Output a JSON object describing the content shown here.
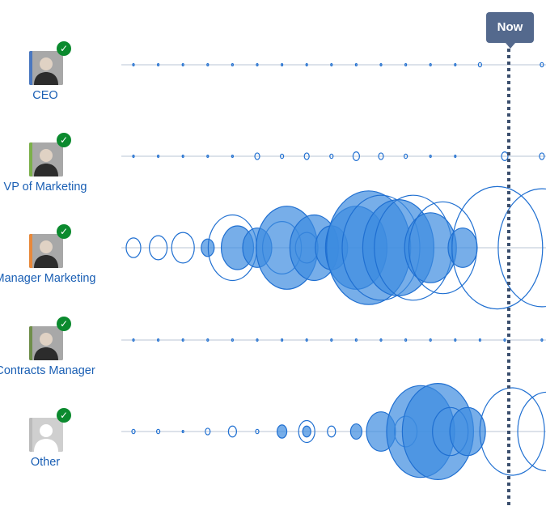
{
  "marker": {
    "label": "Now",
    "x_index": 16
  },
  "colors": {
    "bubble_fill": "#3d8be0",
    "bubble_stroke": "#1f6fd1",
    "axis": "#b9c6d6",
    "marker": "#3b4f6e",
    "label": "#1a5fb4"
  },
  "people": [
    {
      "role": "CEO",
      "stripe": "#4a78c0",
      "status": "check-icon"
    },
    {
      "role": "VP of Marketing",
      "stripe": "#7bb04a",
      "status": "check-icon"
    },
    {
      "role": "Manager Marketing",
      "stripe": "#e8883a",
      "status": "check-icon"
    },
    {
      "role": "Contracts Manager",
      "stripe": "#6f8e4a",
      "status": "check-icon"
    },
    {
      "role": "Other",
      "stripe": "#bbbbbb",
      "status": "check-icon",
      "placeholder": true
    }
  ],
  "chart_data": {
    "type": "bubble-timeline",
    "x": [
      0,
      1,
      2,
      3,
      4,
      5,
      6,
      7,
      8,
      9,
      10,
      11,
      12,
      13,
      14,
      15,
      16,
      17
    ],
    "series": [
      {
        "name": "CEO",
        "points": [
          {
            "x": 0,
            "size": 1,
            "filled": false
          },
          {
            "x": 1,
            "size": 1,
            "filled": false
          },
          {
            "x": 2,
            "size": 1,
            "filled": false
          },
          {
            "x": 3,
            "size": 1,
            "filled": false
          },
          {
            "x": 4,
            "size": 1,
            "filled": false
          },
          {
            "x": 5,
            "size": 1,
            "filled": false
          },
          {
            "x": 6,
            "size": 1,
            "filled": false
          },
          {
            "x": 7,
            "size": 1,
            "filled": false
          },
          {
            "x": 8,
            "size": 1,
            "filled": false
          },
          {
            "x": 9,
            "size": 1,
            "filled": false
          },
          {
            "x": 10,
            "size": 1,
            "filled": false
          },
          {
            "x": 11,
            "size": 1,
            "filled": false
          },
          {
            "x": 12,
            "size": 1,
            "filled": false
          },
          {
            "x": 13,
            "size": 1,
            "filled": false
          },
          {
            "x": 14,
            "size": 2,
            "filled": false
          },
          {
            "x": 16.5,
            "size": 2,
            "filled": false
          }
        ]
      },
      {
        "name": "VP of Marketing",
        "points": [
          {
            "x": 0,
            "size": 1,
            "filled": false
          },
          {
            "x": 1,
            "size": 1,
            "filled": false
          },
          {
            "x": 2,
            "size": 1,
            "filled": false
          },
          {
            "x": 3,
            "size": 1,
            "filled": false
          },
          {
            "x": 4,
            "size": 1,
            "filled": false
          },
          {
            "x": 5,
            "size": 3,
            "filled": false
          },
          {
            "x": 6,
            "size": 2,
            "filled": false
          },
          {
            "x": 7,
            "size": 3,
            "filled": false
          },
          {
            "x": 8,
            "size": 2,
            "filled": false
          },
          {
            "x": 9,
            "size": 4,
            "filled": false
          },
          {
            "x": 10,
            "size": 3,
            "filled": false
          },
          {
            "x": 11,
            "size": 2,
            "filled": false
          },
          {
            "x": 12,
            "size": 1,
            "filled": false
          },
          {
            "x": 13,
            "size": 1,
            "filled": false
          },
          {
            "x": 15,
            "size": 4,
            "filled": false
          },
          {
            "x": 16.5,
            "size": 3,
            "filled": false
          }
        ]
      },
      {
        "name": "Manager Marketing",
        "points": [
          {
            "x": 0,
            "size": 9,
            "filled": false
          },
          {
            "x": 1,
            "size": 11,
            "filled": false
          },
          {
            "x": 2,
            "size": 14,
            "filled": false
          },
          {
            "x": 3,
            "size": 8,
            "filled": true
          },
          {
            "x": 4,
            "size": 30,
            "filled": false
          },
          {
            "x": 4.2,
            "size": 20,
            "filled": true
          },
          {
            "x": 5,
            "size": 18,
            "filled": true
          },
          {
            "x": 6,
            "size": 24,
            "filled": false
          },
          {
            "x": 6.2,
            "size": 38,
            "filled": true
          },
          {
            "x": 7,
            "size": 14,
            "filled": false
          },
          {
            "x": 7.3,
            "size": 30,
            "filled": true
          },
          {
            "x": 8,
            "size": 20,
            "filled": true
          },
          {
            "x": 9,
            "size": 38,
            "filled": true
          },
          {
            "x": 9.5,
            "size": 52,
            "filled": true
          },
          {
            "x": 10,
            "size": 48,
            "filled": false
          },
          {
            "x": 10.7,
            "size": 44,
            "filled": true
          },
          {
            "x": 11.3,
            "size": 48,
            "filled": false
          },
          {
            "x": 12,
            "size": 32,
            "filled": true
          },
          {
            "x": 12.5,
            "size": 42,
            "filled": false
          },
          {
            "x": 13.3,
            "size": 18,
            "filled": true
          },
          {
            "x": 14.7,
            "size": 56,
            "filled": false
          },
          {
            "x": 16.5,
            "size": 54,
            "filled": false
          }
        ]
      },
      {
        "name": "Contracts Manager",
        "points": [
          {
            "x": 0,
            "size": 1,
            "filled": false
          },
          {
            "x": 1,
            "size": 1,
            "filled": false
          },
          {
            "x": 2,
            "size": 1,
            "filled": false
          },
          {
            "x": 3,
            "size": 1,
            "filled": false
          },
          {
            "x": 4,
            "size": 1,
            "filled": false
          },
          {
            "x": 5,
            "size": 1,
            "filled": false
          },
          {
            "x": 6,
            "size": 1,
            "filled": false
          },
          {
            "x": 7,
            "size": 1,
            "filled": false
          },
          {
            "x": 8,
            "size": 1,
            "filled": false
          },
          {
            "x": 9,
            "size": 1,
            "filled": false
          },
          {
            "x": 10,
            "size": 1,
            "filled": false
          },
          {
            "x": 11,
            "size": 1,
            "filled": false
          },
          {
            "x": 12,
            "size": 1,
            "filled": false
          },
          {
            "x": 13,
            "size": 1,
            "filled": false
          },
          {
            "x": 14,
            "size": 1,
            "filled": false
          },
          {
            "x": 15,
            "size": 1,
            "filled": false
          },
          {
            "x": 16.5,
            "size": 1,
            "filled": false
          }
        ]
      },
      {
        "name": "Other",
        "points": [
          {
            "x": 0,
            "size": 2,
            "filled": false
          },
          {
            "x": 1,
            "size": 2,
            "filled": false
          },
          {
            "x": 2,
            "size": 1,
            "filled": false
          },
          {
            "x": 3,
            "size": 3,
            "filled": false
          },
          {
            "x": 4,
            "size": 5,
            "filled": false
          },
          {
            "x": 5,
            "size": 2,
            "filled": false
          },
          {
            "x": 6,
            "size": 6,
            "filled": true
          },
          {
            "x": 7,
            "size": 10,
            "filled": false
          },
          {
            "x": 7,
            "size": 5,
            "filled": true
          },
          {
            "x": 8,
            "size": 5,
            "filled": false
          },
          {
            "x": 9,
            "size": 7,
            "filled": true
          },
          {
            "x": 10,
            "size": 18,
            "filled": true
          },
          {
            "x": 11,
            "size": 14,
            "filled": false
          },
          {
            "x": 11.6,
            "size": 42,
            "filled": true
          },
          {
            "x": 12.3,
            "size": 44,
            "filled": true
          },
          {
            "x": 12.8,
            "size": 22,
            "filled": false
          },
          {
            "x": 13.5,
            "size": 22,
            "filled": true
          },
          {
            "x": 15.3,
            "size": 40,
            "filled": false
          },
          {
            "x": 16.7,
            "size": 36,
            "filled": false
          }
        ]
      }
    ]
  }
}
